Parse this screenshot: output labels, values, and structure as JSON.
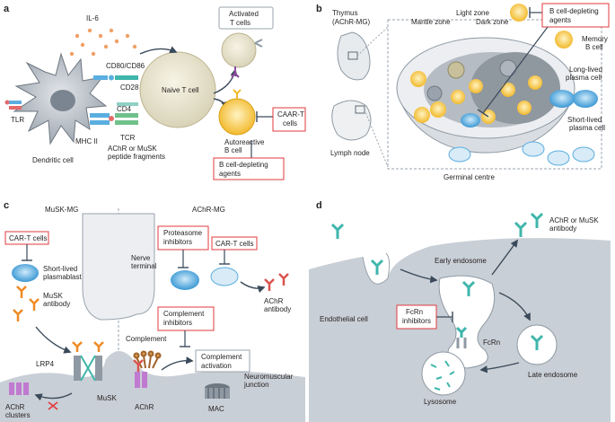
{
  "panels": {
    "a": {
      "label": "a",
      "il6": "IL-6",
      "activated_t_cells": [
        "Activated",
        "T cells"
      ],
      "cd80_cd86": "CD80/CD86",
      "cd28": "CD28",
      "naive_t_cell": "Naive T cell",
      "cd4": "CD4",
      "tlr": "TLR",
      "tcr": "TCR",
      "mhc_ii": "MHC II",
      "peptide": [
        "AChR or MuSK",
        "peptide fragments"
      ],
      "dendritic_cell": "Dendritic cell",
      "autoreactive_b_cell": [
        "Autoreactive",
        "B cell"
      ],
      "caar_t": [
        "CAAR-T",
        "cells"
      ],
      "b_cell_depleting": [
        "B cell-depleting",
        "agents"
      ]
    },
    "b": {
      "label": "b",
      "thymus": [
        "Thymus",
        "(AChR-MG)"
      ],
      "lymph_node": "Lymph node",
      "mantle_zone": "Mantle zone",
      "light_zone": "Light zone",
      "dark_zone": "Dark zone",
      "b_cell_depleting": [
        "B cell-depleting",
        "agents"
      ],
      "memory_b_cell": [
        "Memory",
        "B cell"
      ],
      "long_lived": [
        "Long-lived",
        "plasma cell"
      ],
      "short_lived": [
        "Short-lived",
        "plasma cell"
      ],
      "germinal_centre": "Germinal centre"
    },
    "c": {
      "label": "c",
      "musk_mg": "MuSK-MG",
      "achr_mg": "AChR-MG",
      "car_t_left": "CAR-T cells",
      "short_lived_plasmablast": [
        "Short-lived",
        "plasmablast"
      ],
      "musk_antibody": [
        "MuSK",
        "antibody"
      ],
      "lrp4": "LRP4",
      "musk": "MuSK",
      "achr_clusters": [
        "AChR",
        "clusters"
      ],
      "proteasome_inhibitors": [
        "Proteasome",
        "inhibitors"
      ],
      "car_t_right": "CAR-T cells",
      "nerve_terminal": [
        "Nerve",
        "terminal"
      ],
      "achr_antibody": [
        "AChR",
        "antibody"
      ],
      "complement_inhibitors": [
        "Complement",
        "inhibitors"
      ],
      "complement": "Complement",
      "complement_activation": [
        "Complement",
        "activation"
      ],
      "neuromuscular_junction": [
        "Neuromuscular",
        "junction"
      ],
      "achr": "AChR",
      "mac": "MAC"
    },
    "d": {
      "label": "d",
      "achr_or_musk_antibody": [
        "AChR or MuSK",
        "antibody"
      ],
      "early_endosome": "Early endosome",
      "endothelial_cell": "Endothelial cell",
      "fcrn_inhibitors": [
        "FcRn",
        "inhibitors"
      ],
      "fcrn": "FcRn",
      "late_endosome": "Late endosome",
      "lysosome": "Lysosome"
    }
  },
  "colors": {
    "inhibitor_box": "#e0393e",
    "antibody_teal": "#3fb6ac",
    "antibody_orange": "#f08a24",
    "antibody_red": "#d9534f",
    "b_cell_yellow": "#f6c74a",
    "plasma_blue": "#4aa6db",
    "membrane_grey": "#c9cfd6"
  }
}
